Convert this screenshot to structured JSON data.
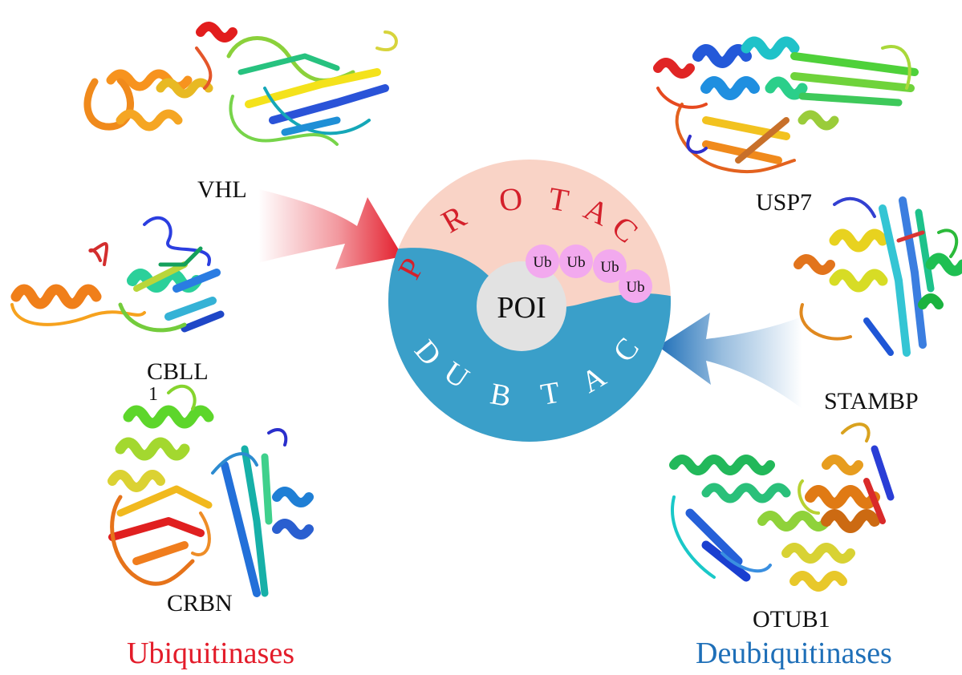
{
  "colors": {
    "ubiquitinase": "#e31c2a",
    "deubiquitinase": "#1e6fb8",
    "protac_bg": "#f9d3c6",
    "dubtac_bg": "#3a9fc9",
    "protac_text": "#d4202b",
    "dubtac_text": "#ffffff",
    "ub_fill": "#f2a9ee",
    "poi_fill": "#e2e2e2"
  },
  "center": {
    "protac": [
      "P",
      "R",
      "O",
      "T",
      "A",
      "C"
    ],
    "dubtac": [
      "D",
      "U",
      "B",
      "T",
      "A",
      "C"
    ],
    "poi": "POI",
    "ub": [
      "Ub",
      "Ub",
      "Ub",
      "Ub"
    ]
  },
  "left": {
    "title": "Ubiquitinases",
    "proteins": [
      "VHL",
      "CBLL",
      "1",
      "CRBN"
    ]
  },
  "right": {
    "title": "Deubiquitinases",
    "proteins": [
      "USP7",
      "STAMBP",
      "OTUB1"
    ]
  },
  "icons": [
    "protein-ribbon-structure",
    "arrow-right",
    "arrow-left"
  ]
}
